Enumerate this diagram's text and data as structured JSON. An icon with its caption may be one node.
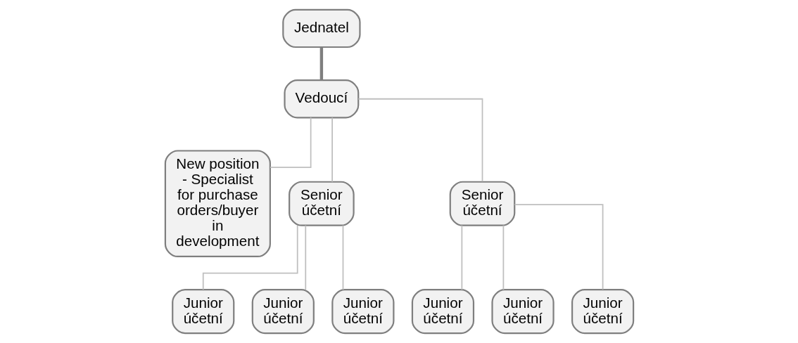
{
  "diagram": {
    "nodes": [
      {
        "text": [
          "Jednatel"
        ]
      },
      {
        "text": [
          "Vedoucí"
        ]
      },
      {
        "text": [
          "New position - Specialist for purchase orders/buyer in development"
        ]
      },
      {
        "text": [
          "Senior účetní"
        ]
      },
      {
        "text": [
          "Senior účetní"
        ]
      },
      {
        "text": [
          "Junior účetní"
        ]
      },
      {
        "text": [
          "Junior účetní"
        ]
      },
      {
        "text": [
          "Junior účetní"
        ]
      },
      {
        "text": [
          "Junior účetní"
        ]
      },
      {
        "text": [
          "Junior účetní"
        ]
      },
      {
        "text": [
          "Junior účetní"
        ]
      }
    ],
    "edges": [
      {
        "from": 0,
        "to": 1,
        "arrow": "none",
        "style": "thick",
        "color": "#7f7f7f"
      },
      {
        "from": 1,
        "to": 2,
        "arrow": "none"
      },
      {
        "from": 1,
        "to": 3,
        "arrow": "none"
      },
      {
        "from": 1,
        "to": 4,
        "arrow": "none"
      },
      {
        "from": 3,
        "to": 5,
        "arrow": "none"
      },
      {
        "from": 3,
        "to": 6,
        "arrow": "none"
      },
      {
        "from": 3,
        "to": 7,
        "arrow": "none"
      },
      {
        "from": 4,
        "to": 8,
        "arrow": "none"
      },
      {
        "from": 4,
        "to": 9,
        "arrow": "none"
      },
      {
        "from": 4,
        "to": 10,
        "arrow": "none"
      }
    ]
  }
}
